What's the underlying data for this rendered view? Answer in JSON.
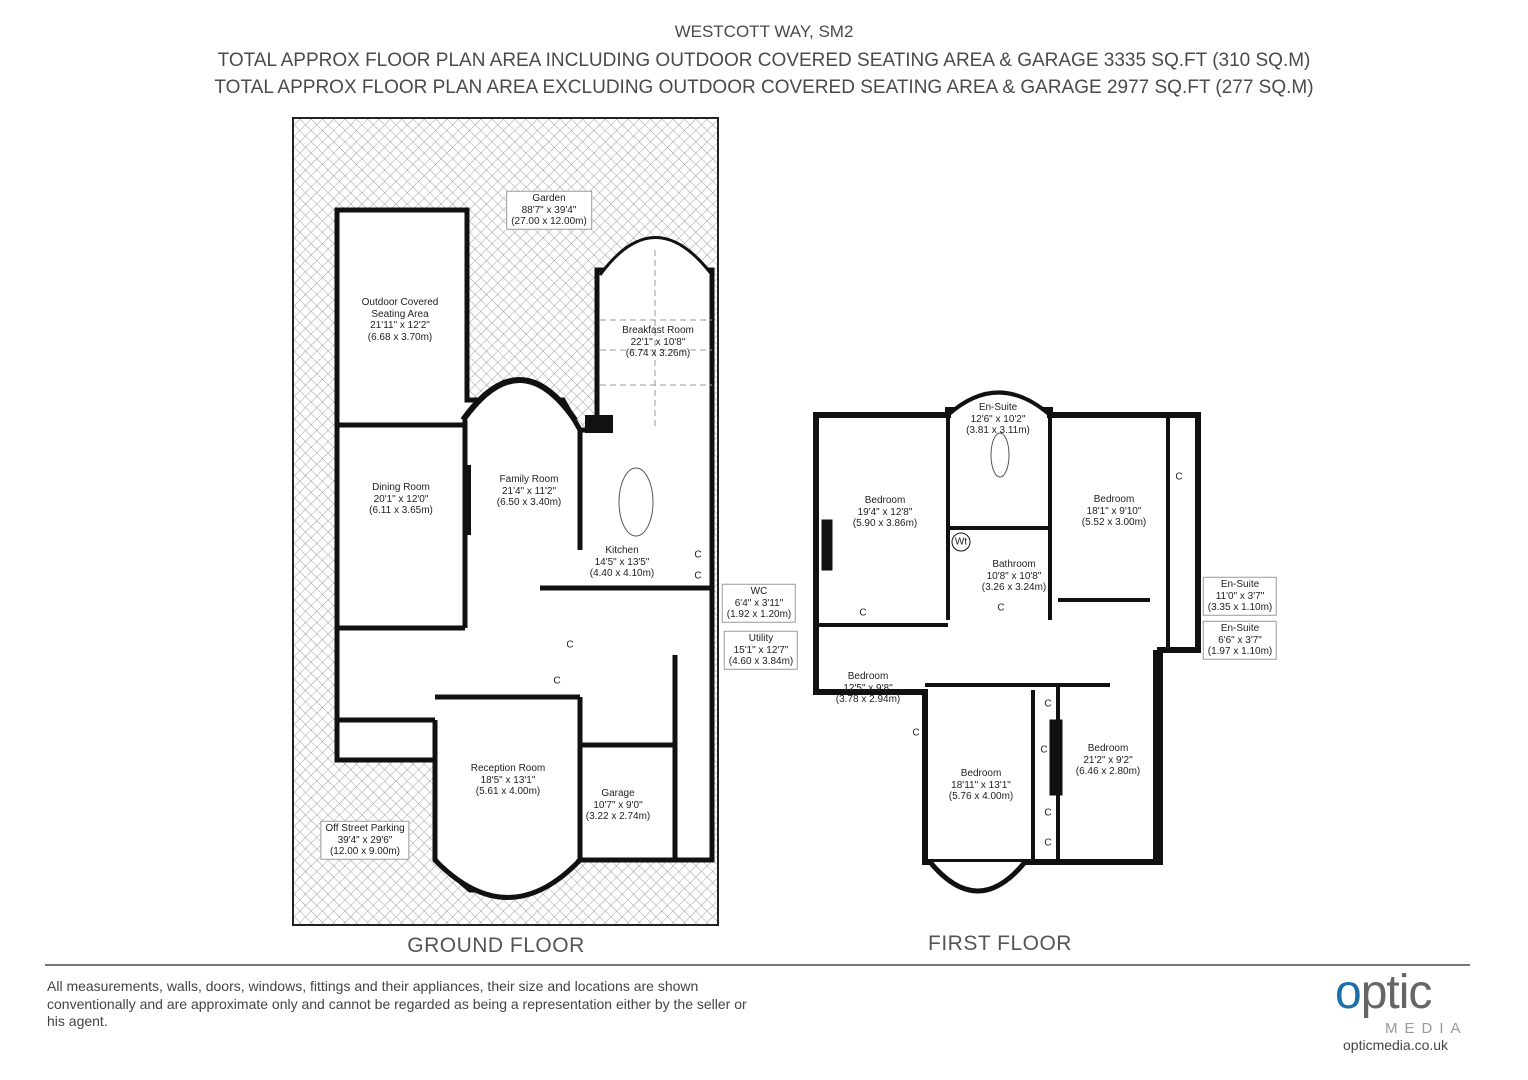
{
  "header": {
    "title": "WESTCOTT WAY, SM2",
    "line_including": "TOTAL APPROX FLOOR PLAN AREA INCLUDING OUTDOOR COVERED SEATING AREA & GARAGE 3335 SQ.FT (310 SQ.M)",
    "line_excluding": "TOTAL APPROX FLOOR PLAN AREA EXCLUDING OUTDOOR COVERED SEATING AREA & GARAGE 2977 SQ.FT (277 SQ.M)"
  },
  "ground_floor": {
    "label": "GROUND FLOOR",
    "rooms": [
      {
        "name": "Garden",
        "imperial": "88'7\" x 39'4\"",
        "metric": "(27.00 x 12.00m)"
      },
      {
        "name": "Outdoor Covered",
        "name2": "Seating Area",
        "imperial": "21'11\" x 12'2\"",
        "metric": "(6.68 x 3.70m)"
      },
      {
        "name": "Breakfast Room",
        "imperial": "22'1\" x 10'8\"",
        "metric": "(6.74 x 3.26m)"
      },
      {
        "name": "Family Room",
        "imperial": "21'4\" x 11'2\"",
        "metric": "(6.50 x 3.40m)"
      },
      {
        "name": "Dining Room",
        "imperial": "20'1\" x 12'0\"",
        "metric": "(6.11 x 3.65m)"
      },
      {
        "name": "Kitchen",
        "imperial": "14'5\" x 13'5\"",
        "metric": "(4.40 x 4.10m)"
      },
      {
        "name": "WC",
        "imperial": "6'4\" x 3'11\"",
        "metric": "(1.92 x 1.20m)"
      },
      {
        "name": "Utility",
        "imperial": "15'1\" x 12'7\"",
        "metric": "(4.60 x 3.84m)"
      },
      {
        "name": "Reception Room",
        "imperial": "18'5\" x 13'1\"",
        "metric": "(5.61 x 4.00m)"
      },
      {
        "name": "Garage",
        "imperial": "10'7\" x 9'0\"",
        "metric": "(3.22 x 2.74m)"
      },
      {
        "name": "Off Street Parking",
        "imperial": "39'4\" x 29'6\"",
        "metric": "(12.00 x 9.00m)"
      }
    ],
    "cupboard": "C"
  },
  "first_floor": {
    "label": "FIRST FLOOR",
    "rooms": [
      {
        "name": "En-Suite",
        "imperial": "12'6\" x 10'2\"",
        "metric": "(3.81 x 3.11m)"
      },
      {
        "name": "Bedroom",
        "imperial": "19'4\" x 12'8\"",
        "metric": "(5.90 x 3.86m)"
      },
      {
        "name": "Bedroom",
        "imperial": "18'1\" x 9'10\"",
        "metric": "(5.52 x 3.00m)"
      },
      {
        "name": "Bathroom",
        "imperial": "10'8\" x 10'8\"",
        "metric": "(3.26 x 3.24m)"
      },
      {
        "name": "En-Suite",
        "imperial": "11'0\" x 3'7\"",
        "metric": "(3.35 x 1.10m)"
      },
      {
        "name": "En-Suite",
        "imperial": "6'6\" x 3'7\"",
        "metric": "(1.97 x 1.10m)"
      },
      {
        "name": "Bedroom",
        "imperial": "12'5\" x 9'8\"",
        "metric": "(3.78 x 2.94m)"
      },
      {
        "name": "Bedroom",
        "imperial": "18'11\" x 13'1\"",
        "metric": "(5.76 x 4.00m)"
      },
      {
        "name": "Bedroom",
        "imperial": "21'2\" x 9'2\"",
        "metric": "(6.46 x 2.80m)"
      }
    ],
    "cupboard": "C",
    "water_tank": "Wt"
  },
  "footer": {
    "disclaimer": "All measurements, walls, doors, windows, fittings and their appliances, their size and locations are shown conventionally and are approximate only and cannot be regarded as being a representation either by the seller or his agent.",
    "logo_text": "optic",
    "logo_sub": "MEDIA",
    "website": "opticmedia.co.uk"
  },
  "colors": {
    "wall": "#111111",
    "logo_blue": "#1d6fa8",
    "text_gray": "#4a4a4a"
  }
}
